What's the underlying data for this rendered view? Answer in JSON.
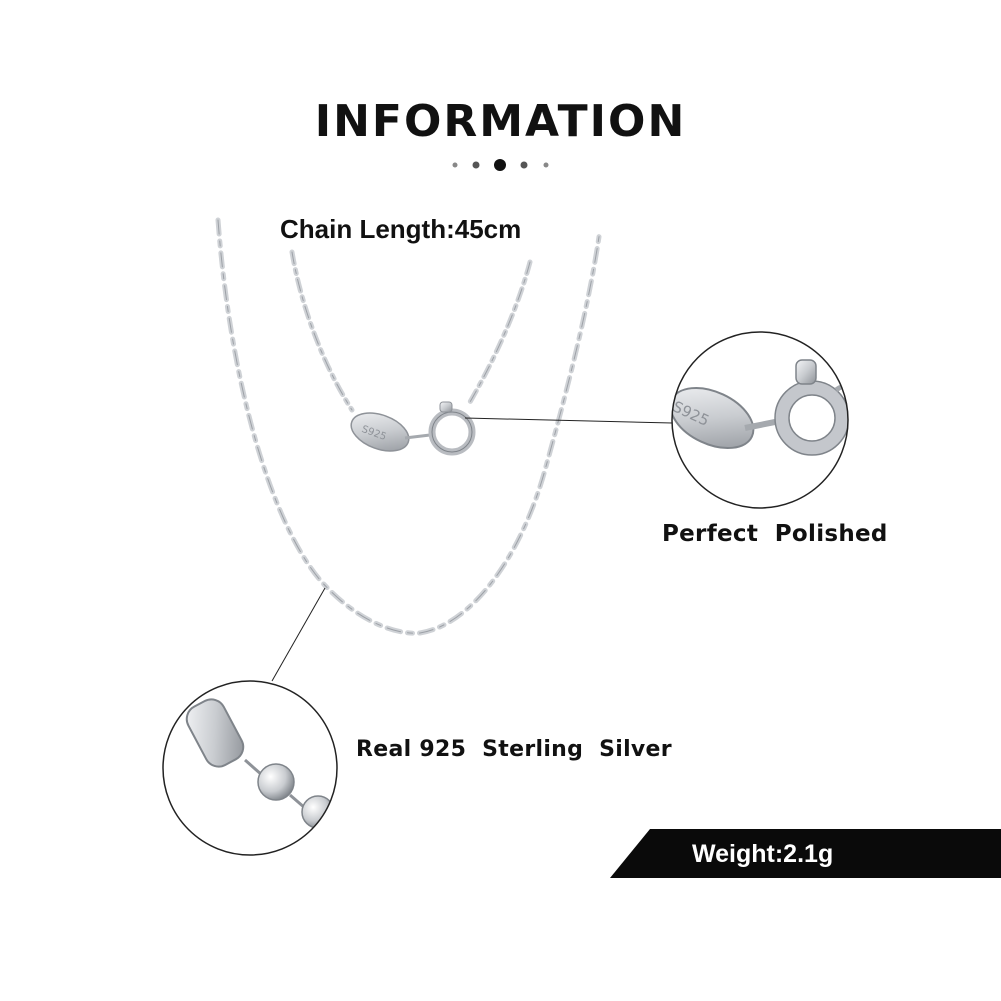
{
  "heading": "INFORMATION",
  "chain_length": "Chain Length:45cm",
  "feature_clasp": "Perfect  Polished",
  "feature_material": "Real 925  Sterling  Silver",
  "weight": "Weight:2.1g",
  "clasp_stamp": "S925",
  "colors": {
    "text": "#111111",
    "banner": "#0a0a0a",
    "silver": "#c9ccd0",
    "silver_dark": "#8e9298",
    "leader_line": "#222222"
  }
}
